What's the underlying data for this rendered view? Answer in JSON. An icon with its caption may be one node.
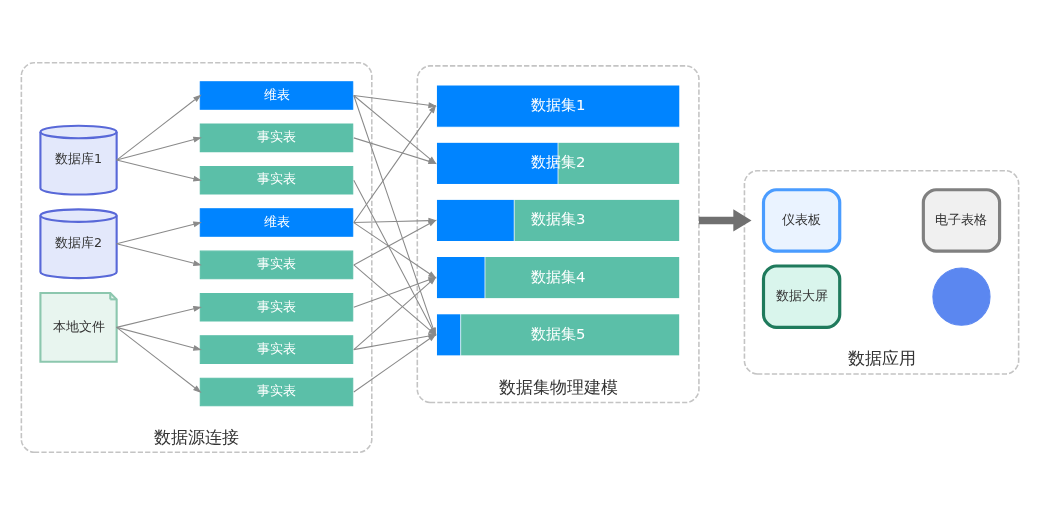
{
  "diagram": {
    "nodes": [
      {
        "text": [
          "数据源连接"
        ]
      },
      {
        "text": [
          "数据库1"
        ],
        "in": 0
      },
      {
        "text": [
          "维表"
        ],
        "in": 0
      },
      {
        "text": [
          "事实表"
        ],
        "in": 0
      },
      {
        "text": [
          "事实表"
        ],
        "in": 0
      },
      {
        "text": [
          "数据库2"
        ],
        "in": 0
      },
      {
        "text": [
          "维表"
        ],
        "in": 0
      },
      {
        "text": [
          "事实表"
        ],
        "in": 0
      },
      {
        "text": [
          "本地文件"
        ],
        "in": 0
      },
      {
        "text": [
          "事实表"
        ],
        "in": 0
      },
      {
        "text": [
          "事实表"
        ],
        "in": 0
      },
      {
        "text": [
          "事实表"
        ],
        "in": 0
      },
      {
        "text": [
          "数据集物理建模"
        ]
      },
      {
        "text": [
          "数据集1"
        ],
        "in": 12
      },
      {
        "text": [
          "数据集2"
        ],
        "in": 12
      },
      {
        "text": [
          "数据集3"
        ],
        "in": 12
      },
      {
        "text": [
          "数据集4"
        ],
        "in": 12
      },
      {
        "text": [
          "数据集5"
        ],
        "in": 12
      },
      {
        "text": [
          "数据应用"
        ]
      },
      {
        "text": [
          "仪表板"
        ],
        "in": 18
      },
      {
        "text": [
          "电子表格"
        ],
        "in": 18
      },
      {
        "text": [
          "数据大屏"
        ],
        "in": 18
      },
      {
        "text": [],
        "shape": "circle",
        "in": 18
      }
    ],
    "edges": [
      {
        "from": 1,
        "to": 2,
        "arrow": "to"
      },
      {
        "from": 1,
        "to": 3,
        "arrow": "to"
      },
      {
        "from": 1,
        "to": 4,
        "arrow": "to"
      },
      {
        "from": 5,
        "to": 6,
        "arrow": "to"
      },
      {
        "from": 5,
        "to": 7,
        "arrow": "to"
      },
      {
        "from": 8,
        "to": 9,
        "arrow": "to"
      },
      {
        "from": 8,
        "to": 10,
        "arrow": "to"
      },
      {
        "from": 8,
        "to": 11,
        "arrow": "to"
      },
      {
        "from": 2,
        "to": 13,
        "arrow": "to"
      },
      {
        "from": 2,
        "to": 14,
        "arrow": "to"
      },
      {
        "from": 2,
        "to": 17,
        "arrow": "to"
      },
      {
        "from": 3,
        "to": 14,
        "arrow": "to"
      },
      {
        "from": 4,
        "to": 17,
        "arrow": "to"
      },
      {
        "from": 6,
        "to": 13,
        "arrow": "to"
      },
      {
        "from": 6,
        "to": 15,
        "arrow": "to"
      },
      {
        "from": 6,
        "to": 16,
        "arrow": "to"
      },
      {
        "from": 7,
        "to": 15,
        "arrow": "to"
      },
      {
        "from": 7,
        "to": 17,
        "arrow": "to"
      },
      {
        "from": 9,
        "to": 16,
        "arrow": "to"
      },
      {
        "from": 10,
        "to": 16,
        "arrow": "to"
      },
      {
        "from": 10,
        "to": 17,
        "arrow": "to"
      },
      {
        "from": 11,
        "to": 17,
        "arrow": "to"
      },
      {
        "from": 12,
        "to": 18,
        "arrow": "to",
        "style": "thick"
      }
    ]
  }
}
